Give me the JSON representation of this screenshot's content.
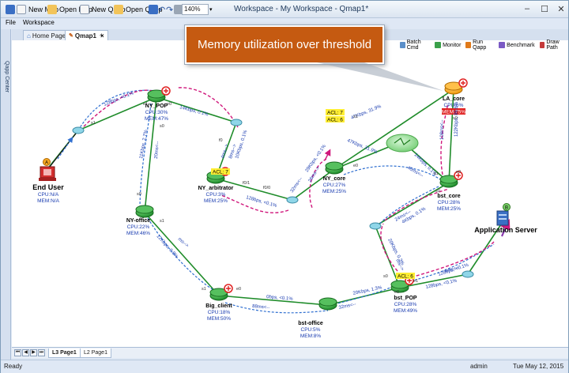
{
  "window": {
    "title": "Workspace - My Workspace - Qmap1*",
    "quick_access": {
      "new_map": "New Map",
      "open_map": "Open Map",
      "new_qapp": "New Qapp",
      "open_qapp": "Open Qapp",
      "zoom": "140%"
    }
  },
  "menu": {
    "file": "File",
    "workspace": "Workspace"
  },
  "side_panel": {
    "label": "Qapp Center"
  },
  "tabs": [
    {
      "label": "Home Page"
    },
    {
      "label": "Qmap1"
    }
  ],
  "map_toolbar": {
    "batch_cmd": "Batch Cmd",
    "monitor": "Monitor",
    "run_qapp": "Run Qapp",
    "benchmark": "Benchmark",
    "draw_path": "Draw Path"
  },
  "callout": {
    "text": "Memory utilization over threshold"
  },
  "nodes": {
    "ny_pop": {
      "name": "NY_POP",
      "cpu": "CPU:30%",
      "mem": "MEM:47%"
    },
    "ny_core": {
      "name": "NY_core",
      "cpu": "CPU:27%",
      "mem": "MEM:25%",
      "acl1": "ACL: 7",
      "acl2": "ACL: 6"
    },
    "la_core": {
      "name": "LA_core",
      "cpu": "CPU:6%",
      "mem": "MEM:75%"
    },
    "ny_arbitrator": {
      "name": "NY_arbitrator",
      "cpu": "CPU:3%",
      "mem": "MEM:25%",
      "acl": "ACL: 7"
    },
    "ny_office": {
      "name": "NY-office",
      "cpu": "CPU:22%",
      "mem": "MEM:46%"
    },
    "bst_core": {
      "name": "bst_core",
      "cpu": "CPU:28%",
      "mem": "MEM:25%"
    },
    "big_client": {
      "name": "Big_client",
      "cpu": "CPU:18%",
      "mem": "MEM:50%"
    },
    "bst_office": {
      "name": "bst-office",
      "cpu": "CPU:5%",
      "mem": "MEM:8%"
    },
    "bst_pop": {
      "name": "bst_POP",
      "cpu": "CPU:28%",
      "mem": "MEM:49%",
      "acl": "ACL: 6"
    },
    "end_user": {
      "name": "End User",
      "cpu": "CPU:N/A",
      "mem": "MEM:N/A",
      "badge": "A"
    },
    "app_server": {
      "name": "Application Server",
      "badge": "B"
    }
  },
  "link_labels": {
    "l1": "128bps, <0.1%",
    "l2": "14Kbps, 0.1%",
    "l3": "11Kbps, 2.7%",
    "l4": "20ms<--",
    "l5": "4ms-->",
    "l6": "10Kbps, 0.1%",
    "l7": "8ms-->",
    "l8": "128bps, <0.1%",
    "l9": "32ms<--",
    "l10": "47Kbps, 31.9%",
    "l11": "47Kbps, 31.9%",
    "l12": "29Kbps, <0.1%",
    "l13": "14Kbps, 0.1%",
    "l14": "40ms<--",
    "l15": "122Kbps, 86.6%",
    "l16": "108ms<--",
    "l17": "12Kbps, 0.8%",
    "l18": "ms-->",
    "l19": "0bps, <0.1%",
    "l20": "88ms<--",
    "l21": "32ms<--",
    "l22": "20Kbps, 1.3%",
    "l23": "4Kbps, 0.1%",
    "l24": "24ms<--",
    "l25": "20Kbps, 0.3%",
    "l26": "128bps, <0.1%",
    "l27": "ms-->",
    "l28": "4ms<--",
    "l29": "26ms-->",
    "l30": "128bps, <0.1%"
  },
  "ports": {
    "e1": "e1",
    "e0": "e0",
    "s1": "s1",
    "s0": "s0",
    "f0": "f0",
    "f01": "f0/1",
    "f00": "f0/0"
  },
  "page_tabs": {
    "p1": "L3 Page1",
    "p2": "L2 Page1"
  },
  "status": {
    "left": "Ready",
    "user": "admin",
    "date": "Tue May 12, 2015"
  },
  "colors": {
    "link_green": "#1f8c2a",
    "path_blue": "#2f6fd0",
    "path_magenta": "#d0187c",
    "callout_bg": "#c55a11",
    "alert_red": "#e02020",
    "acl_yellow": "#ffee33"
  }
}
